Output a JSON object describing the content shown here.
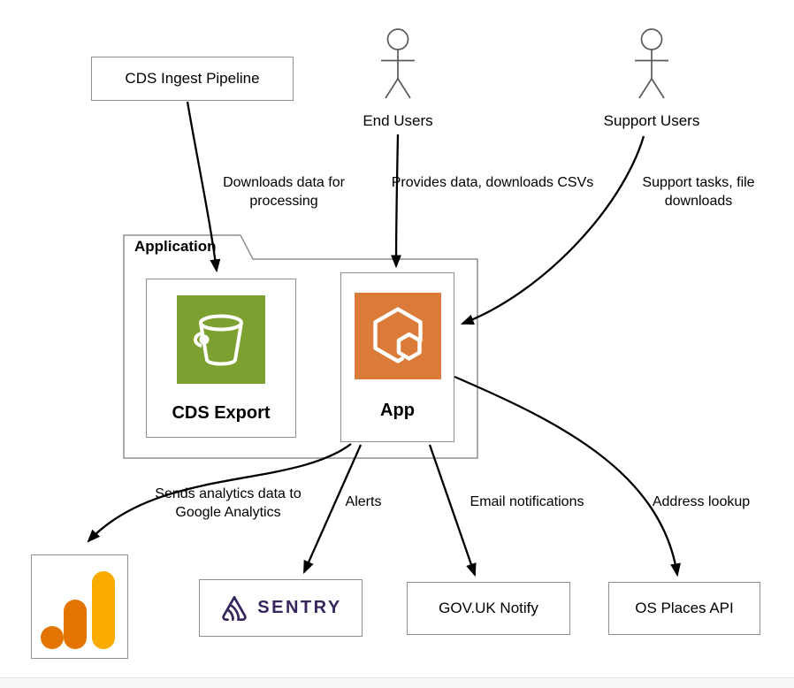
{
  "diagram": {
    "external_nodes": {
      "cds_ingest": {
        "label": "CDS Ingest Pipeline"
      },
      "end_users": {
        "label": "End Users"
      },
      "support_users": {
        "label": "Support Users"
      },
      "sentry": {
        "label": "SENTRY"
      },
      "govuk_notify": {
        "label": "GOV.UK Notify"
      },
      "os_places": {
        "label": "OS Places API"
      }
    },
    "application_boundary": {
      "label": "Application",
      "children": {
        "cds_export": {
          "label": "CDS Export"
        },
        "app": {
          "label": "App"
        }
      }
    },
    "edge_labels": {
      "ingest_to_export": "Downloads data for processing",
      "end_users_to_app": "Provides data, downloads CSVs",
      "support_users_to_app": "Support tasks, file downloads",
      "app_to_analytics": "Sends analytics data to Google Analytics",
      "app_to_sentry": "Alerts",
      "app_to_notify": "Email notifications",
      "app_to_os_places": "Address lookup"
    },
    "icons": {
      "cds_export": "aws-s3-bucket-icon",
      "app": "aws-ecs-service-icon",
      "google_analytics": "google-analytics-icon",
      "sentry": "sentry-logo-icon",
      "end_users": "person-actor-icon",
      "support_users": "person-actor-icon"
    },
    "colors": {
      "s3_green": "#7CA131",
      "ecs_orange": "#DB7B39",
      "ga_bar_yellow": "#F9AB00",
      "ga_bar_orange": "#E37400",
      "ga_dot_orange": "#E37400",
      "sentry_purple": "#36265C",
      "box_border": "#8F8F8F",
      "arrow_black": "#000000"
    }
  }
}
